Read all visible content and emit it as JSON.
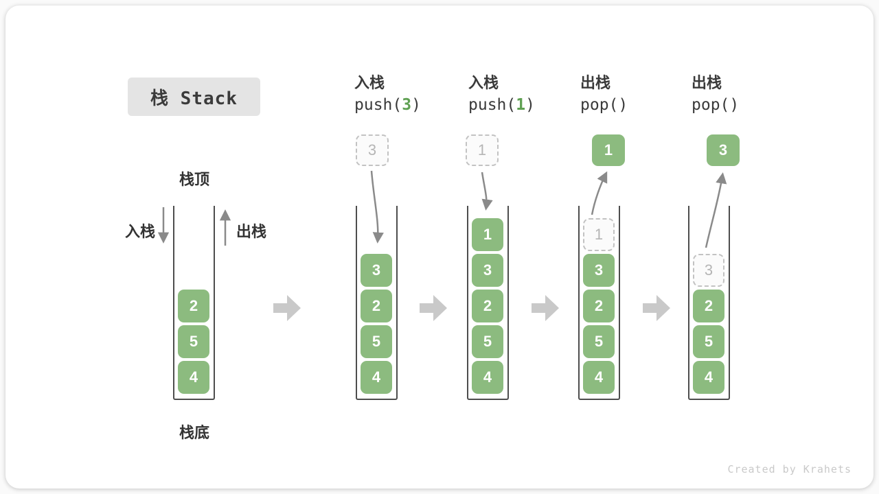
{
  "title": {
    "text": "栈 Stack"
  },
  "legend": {
    "stack_top": "栈顶",
    "stack_bottom": "栈底",
    "push_side": "入栈",
    "pop_side": "出栈"
  },
  "initial_stack": {
    "values": [
      "2",
      "5",
      "4"
    ]
  },
  "steps": [
    {
      "op": "入栈",
      "code_prefix": "push(",
      "code_arg": "3",
      "code_suffix": ")",
      "floating_value": "3",
      "floating_style": "dashed",
      "cells": [
        {
          "value": "3",
          "style": "solid"
        },
        {
          "value": "2",
          "style": "solid"
        },
        {
          "value": "5",
          "style": "solid"
        },
        {
          "value": "4",
          "style": "solid"
        }
      ]
    },
    {
      "op": "入栈",
      "code_prefix": "push(",
      "code_arg": "1",
      "code_suffix": ")",
      "floating_value": "1",
      "floating_style": "dashed",
      "cells": [
        {
          "value": "1",
          "style": "solid"
        },
        {
          "value": "3",
          "style": "solid"
        },
        {
          "value": "2",
          "style": "solid"
        },
        {
          "value": "5",
          "style": "solid"
        },
        {
          "value": "4",
          "style": "solid"
        }
      ]
    },
    {
      "op": "出栈",
      "code_prefix": "pop(",
      "code_arg": "",
      "code_suffix": ")",
      "floating_value": "1",
      "floating_style": "solid",
      "cells": [
        {
          "value": "1",
          "style": "ghost"
        },
        {
          "value": "3",
          "style": "solid"
        },
        {
          "value": "2",
          "style": "solid"
        },
        {
          "value": "5",
          "style": "solid"
        },
        {
          "value": "4",
          "style": "solid"
        }
      ]
    },
    {
      "op": "出栈",
      "code_prefix": "pop(",
      "code_arg": "",
      "code_suffix": ")",
      "floating_value": "3",
      "floating_style": "solid",
      "cells": [
        {
          "value": "3",
          "style": "ghost"
        },
        {
          "value": "2",
          "style": "solid"
        },
        {
          "value": "5",
          "style": "solid"
        },
        {
          "value": "4",
          "style": "solid"
        }
      ]
    }
  ],
  "watermark": "Created by Krahets",
  "colors": {
    "green": "#8cbb7f",
    "accent_green": "#5fa052",
    "container_line": "#4d4d4d",
    "arrow_gray": "#8a8a8a",
    "transition_arrow": "#c9c9c9",
    "dashed_border": "#c2c2c2",
    "dashed_text": "#b5b5b5",
    "title_bg": "#e4e4e4",
    "watermark": "#c9c9c9"
  }
}
